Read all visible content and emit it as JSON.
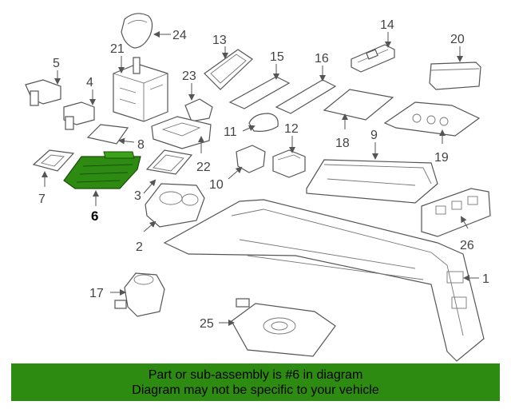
{
  "callouts": {
    "c1": "1",
    "c2": "2",
    "c3": "3",
    "c4": "4",
    "c5": "5",
    "c6": "6",
    "c7": "7",
    "c8": "8",
    "c9": "9",
    "c10": "10",
    "c11": "11",
    "c12": "12",
    "c13": "13",
    "c14": "14",
    "c15": "15",
    "c16": "16",
    "c17": "17",
    "c18": "18",
    "c19": "19",
    "c20": "20",
    "c21": "21",
    "c22": "22",
    "c23": "23",
    "c24": "24",
    "c25": "25",
    "c26": "26"
  },
  "highlight": {
    "part": "6",
    "color": "#2e8b12"
  },
  "banner": {
    "line1": "Part or sub-assembly is #6 in diagram",
    "line2": "Diagram may not be specific to your vehicle",
    "color": "#2e8b12"
  }
}
